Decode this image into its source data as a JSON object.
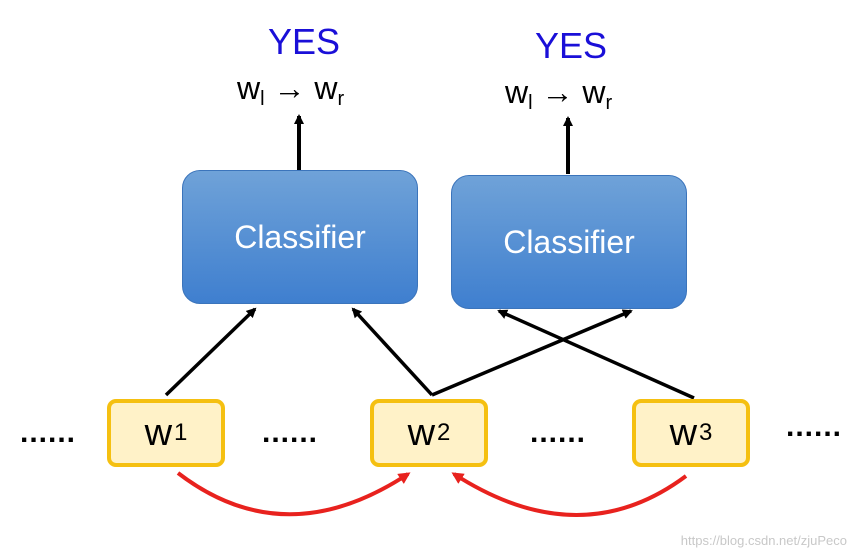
{
  "heads": [
    {
      "yes_label": "YES",
      "left_word": "w",
      "left_sub": "l",
      "arrow": "→",
      "right_word": "w",
      "right_sub": "r"
    },
    {
      "yes_label": "YES",
      "left_word": "w",
      "left_sub": "l",
      "arrow": "→",
      "right_word": "w",
      "right_sub": "r"
    }
  ],
  "classifiers": [
    {
      "label": "Classifier"
    },
    {
      "label": "Classifier"
    }
  ],
  "words": [
    {
      "base": "w",
      "sub": "1"
    },
    {
      "base": "w",
      "sub": "2"
    },
    {
      "base": "w",
      "sub": "3"
    }
  ],
  "ellipsis": "......",
  "watermark": "https://blog.csdn.net/zjuPeco",
  "colors": {
    "yes": "#1a0fd8",
    "classifier_fill": "#4f8ad3",
    "word_fill": "#fff2c8",
    "word_border": "#f5c011",
    "red_arrow": "#e8221e"
  }
}
